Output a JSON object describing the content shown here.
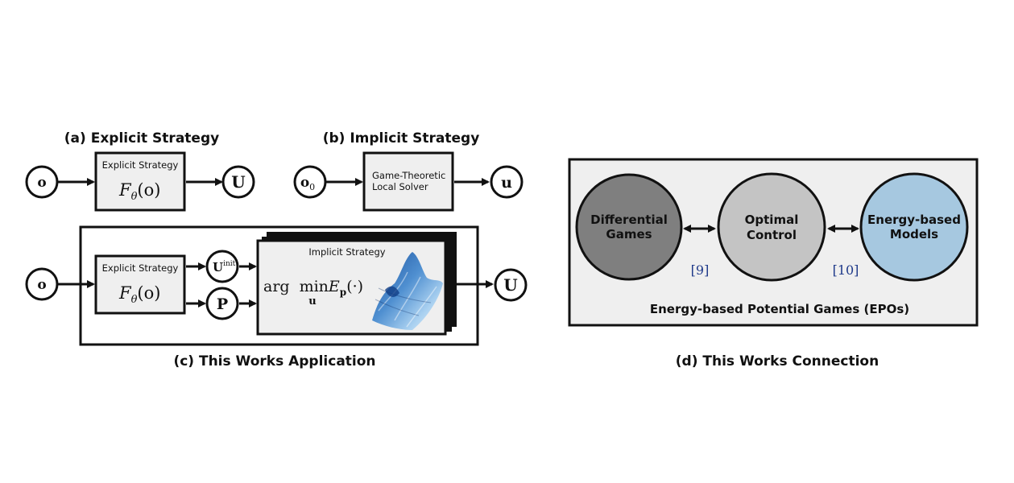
{
  "panel_a": {
    "title": "(a) Explicit Strategy",
    "input": "o",
    "box_label": "Explicit Strategy",
    "box_formula": "F",
    "box_formula_sub": "θ",
    "box_formula_arg": "(o)",
    "output": "U"
  },
  "panel_b": {
    "title": "(b) Implicit  Strategy",
    "input": "o",
    "input_sub": "0",
    "box_line1": "Game-Theoretic",
    "box_line2": "Local Solver",
    "output": "u"
  },
  "panel_c": {
    "title": "(c) This Works Application",
    "input": "o",
    "explicit_label": "Explicit Strategy",
    "explicit_formula": "F",
    "explicit_formula_sub": "θ",
    "explicit_formula_arg": "(o)",
    "uinit": "U",
    "uinit_sup": "init",
    "p_node": "P",
    "implicit_label": "Implicit Strategy",
    "formula_arg": "arg",
    "formula_min": "min",
    "formula_E": "E",
    "formula_E_sub": "p",
    "formula_dot": "(·)",
    "formula_under": "u",
    "output": "U"
  },
  "panel_d": {
    "title": "(d) This Works Connection",
    "node1_line1": "Differential",
    "node1_line2": "Games",
    "node2_line1": "Optimal",
    "node2_line2": "Control",
    "node3_line1": "Energy-based",
    "node3_line2": "Models",
    "cite1": "[9]",
    "cite2": "[10]",
    "box_caption": "Energy-based Potential Games (EPOs)",
    "colors": {
      "node1": "#7f7f7f",
      "node2": "#c4c4c4",
      "node3": "#a6c8e0",
      "box": "#efefef"
    }
  }
}
